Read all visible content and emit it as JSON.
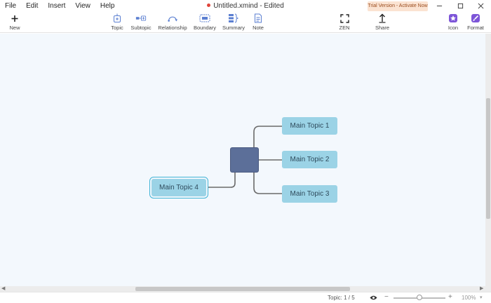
{
  "menu": [
    "File",
    "Edit",
    "Insert",
    "View",
    "Help"
  ],
  "document": {
    "title": "Untitled.xmind - Edited"
  },
  "trial_banner": "Trial Version - Activate Now",
  "toolbar": {
    "new": "New",
    "topic": "Topic",
    "subtopic": "Subtopic",
    "relationship": "Relationship",
    "boundary": "Boundary",
    "summary": "Summary",
    "note": "Note",
    "zen": "ZEN",
    "share": "Share",
    "icon": "Icon",
    "format": "Format"
  },
  "mindmap": {
    "central_topic": "",
    "topics": [
      "Main Topic 1",
      "Main Topic 2",
      "Main Topic 3",
      "Main Topic 4"
    ],
    "selected_topic": "Main Topic 4"
  },
  "status": {
    "topic_count": "Topic: 1 / 5",
    "zoom_level": "100%"
  },
  "colors": {
    "central": "#5c6f99",
    "topic_fill": "#9bd3e6",
    "canvas": "#f3f8fd",
    "selection": "#3fb3d6"
  }
}
